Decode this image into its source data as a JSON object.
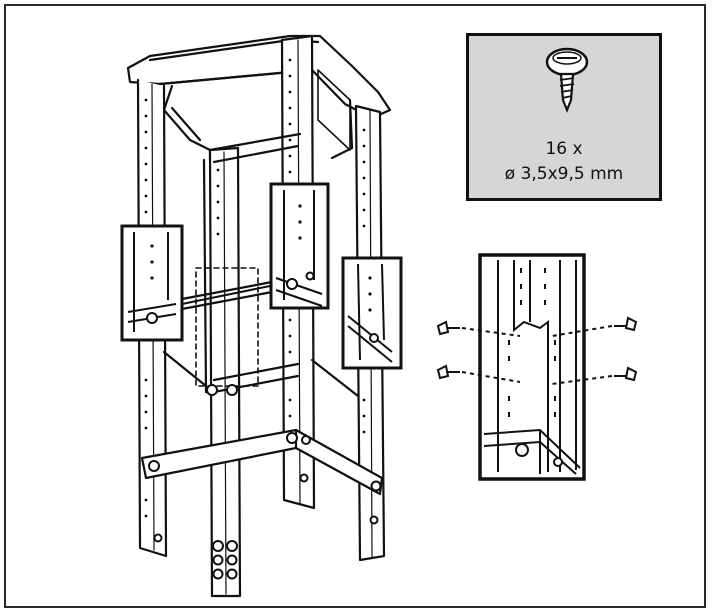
{
  "screw_spec": {
    "quantity": "16 x",
    "size": "ø 3,5x9,5 mm"
  },
  "icons": {
    "screw": "screw-icon",
    "frame": "rack-frame-drawing",
    "detail": "upright-detail-drawing"
  },
  "colors": {
    "line": "#111111",
    "panel": "#d6d6d6",
    "background": "#ffffff"
  }
}
